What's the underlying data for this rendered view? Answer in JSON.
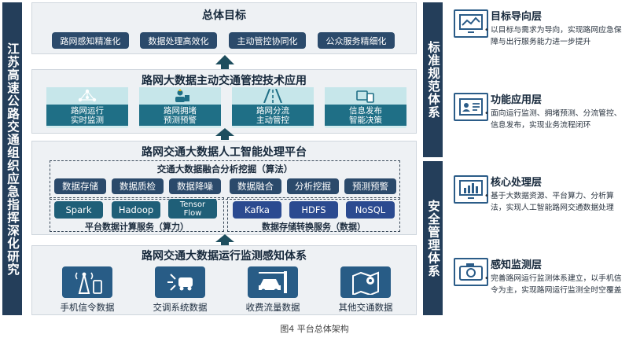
{
  "left_title": "江苏高速公路交通组织应急指挥深化研究",
  "right_titles": {
    "top": "标准规范体系",
    "bottom": "安全管理体系"
  },
  "goal": {
    "title": "总体目标",
    "items": [
      "路网感知精准化",
      "数据处理高效化",
      "主动管控协同化",
      "公众服务精细化"
    ]
  },
  "app": {
    "title": "路网大数据主动交通管控技术应用",
    "cards": [
      {
        "label": "路网运行\n实时监测",
        "icon": "network-icon"
      },
      {
        "label": "路网拥堵\n预测预警",
        "icon": "alert-person-icon"
      },
      {
        "label": "路网分流\n主动管控",
        "icon": "road-icon"
      },
      {
        "label": "信息发布\n智能决策",
        "icon": "devices-icon"
      }
    ]
  },
  "ai": {
    "title": "路网交通大数据人工智能处理平台",
    "algo_title": "交通大数据融合分析挖掘（算法）",
    "algo_items": [
      "数据存储",
      "数据质检",
      "数据降噪",
      "数据融合",
      "分析挖掘",
      "预测预警"
    ],
    "compute_items": [
      "Spark",
      "Hadoop",
      "Tensor\nFlow"
    ],
    "compute_label": "平台数据计算服务（算力）",
    "storage_items": [
      "Kafka",
      "HDFS",
      "NoSQL"
    ],
    "storage_label": "数据存储转换服务（数据）"
  },
  "sense": {
    "title": "路网交通大数据运行监测感知体系",
    "sources": [
      {
        "label": "手机信令数据",
        "icon": "tower-phone-icon"
      },
      {
        "label": "交调系统数据",
        "icon": "traffic-survey-icon"
      },
      {
        "label": "收费流量数据",
        "icon": "toll-car-icon"
      },
      {
        "label": "其他交通数据",
        "icon": "map-icon"
      }
    ]
  },
  "right_layers": [
    {
      "title": "目标导向层",
      "icon": "monitor-chart-icon",
      "desc": "以目标与需求为导向，实现路网应急保障与出行服务能力进一步提升"
    },
    {
      "title": "功能应用层",
      "icon": "id-card-icon",
      "desc": "面向运行监测、拥堵预测、分流管控、信息发布，实现业务流程闭环"
    },
    {
      "title": "核心处理层",
      "icon": "bar-chart-icon",
      "desc": "基于大数据资源、平台算力、分析算法，实现人工智能路网交通数据处理"
    },
    {
      "title": "感知监测层",
      "icon": "camera-icon",
      "desc": "完善路网运行监测体系建立，以手机信令为主，实现路网运行监测全时空覆盖"
    }
  ],
  "caption": "图4  平台总体架构"
}
